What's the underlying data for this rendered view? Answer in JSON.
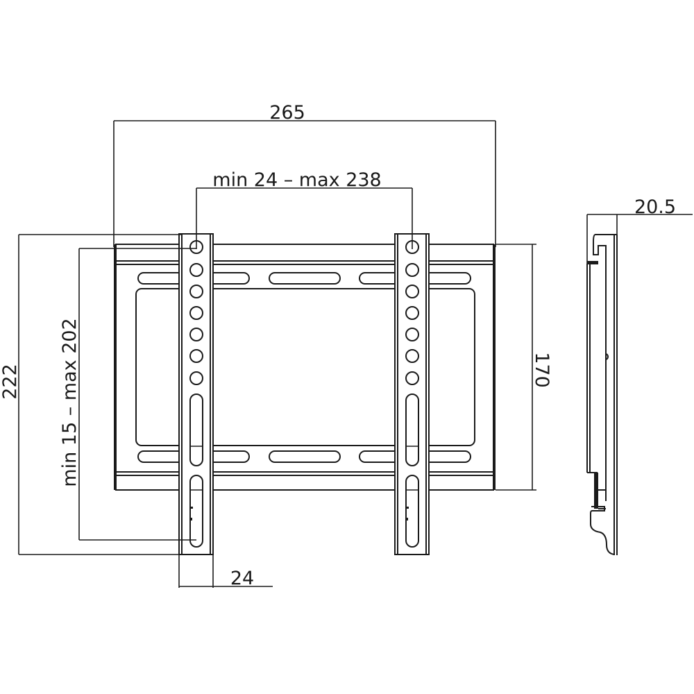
{
  "diagram": {
    "title": "TV wall mount bracket dimension drawing",
    "line_color": "#1a1a1a",
    "background": "#ffffff",
    "front_view": {
      "dimensions": {
        "overall_width": "265",
        "bracket_spacing": "min 24 – max 238",
        "overall_height": "222",
        "vesa_vertical": "min 15 – max 202",
        "plate_height": "170",
        "bracket_width": "24"
      },
      "bracket_holes_per_arm": 7,
      "bracket_slots_per_arm": 2,
      "plate_slots_per_row": 3
    },
    "side_view": {
      "dimensions": {
        "depth": "20.5"
      }
    }
  }
}
